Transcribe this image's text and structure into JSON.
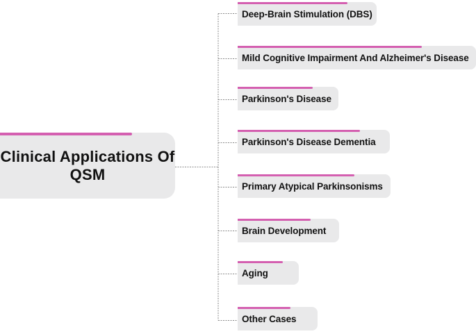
{
  "diagram": {
    "type": "mind-map",
    "root": {
      "label": "Clinical Applications Of QSM"
    },
    "branches": [
      {
        "label": "Deep-Brain Stimulation (DBS)"
      },
      {
        "label": "Mild Cognitive Impairment And Alzheimer's Disease"
      },
      {
        "label": "Parkinson's Disease"
      },
      {
        "label": "Parkinson's Disease Dementia"
      },
      {
        "label": "Primary Atypical Parkinsonisms"
      },
      {
        "label": "Brain Development"
      },
      {
        "label": "Aging"
      },
      {
        "label": "Other Cases"
      }
    ],
    "colors": {
      "node_background": "#e9e9ea",
      "accent_bar": "#d45fb0",
      "connector": "#8a8a8a",
      "text": "#111111"
    },
    "connector_style": "dashed"
  }
}
